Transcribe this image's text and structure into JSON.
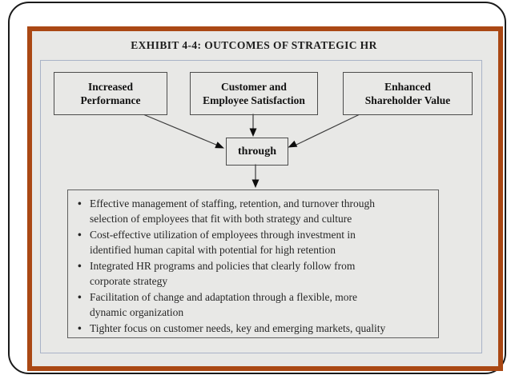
{
  "colors": {
    "frame": "#aa4814",
    "canvas": "#e8e8e6",
    "panel_border": "#a9b3c7",
    "box_border": "#4c4c4c",
    "slide_border": "#1a1a1a",
    "arrow": "#3c3c3c",
    "arrowhead": "#0d0d0d"
  },
  "slide": {
    "title": "EXHIBIT 4-4: OUTCOMES OF STRATEGIC HR"
  },
  "nodes": {
    "increased_performance": {
      "lines": [
        "Increased",
        "Performance"
      ]
    },
    "customer_employee_satisfaction": {
      "lines": [
        "Customer and",
        "Employee Satisfaction"
      ]
    },
    "enhanced_shareholder_value": {
      "lines": [
        "Enhanced",
        "Shareholder Value"
      ]
    },
    "through": {
      "label": "through"
    }
  },
  "glyphs": {
    "bullet": "•"
  },
  "outcomes": {
    "items": [
      {
        "lines": [
          "Effective management of staffing, retention, and turnover through",
          "selection of employees that fit with both strategy and culture"
        ]
      },
      {
        "lines": [
          "Cost-effective utilization of employees through investment in",
          "identified human capital with potential for high retention"
        ]
      },
      {
        "lines": [
          "Integrated HR programs and policies that clearly follow from",
          "corporate strategy"
        ]
      },
      {
        "lines": [
          "Facilitation of change and adaptation through a flexible, more",
          "dynamic organization"
        ]
      },
      {
        "lines": [
          "Tighter focus on customer needs, key and emerging markets, quality"
        ]
      }
    ]
  }
}
